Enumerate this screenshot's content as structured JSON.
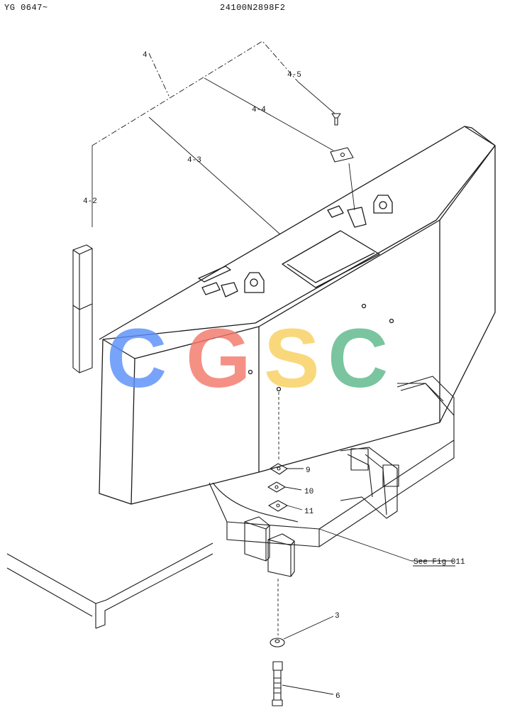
{
  "header": {
    "model_code": "YG 0647~",
    "drawing_number": "24100N2898F2"
  },
  "callouts": {
    "c4": "4",
    "c4_2": "4-2",
    "c4_3": "4-3",
    "c4_4": "4-4",
    "c4_5": "4-5",
    "c9": "9",
    "c10": "10",
    "c11": "11",
    "c3": "3",
    "c6": "6"
  },
  "reference": "See Fig 011",
  "watermark": {
    "letters": [
      "C",
      "G",
      "S",
      "C"
    ],
    "colors": [
      "#5b8ff9",
      "#f3786b",
      "#f8d060",
      "#5db98a"
    ]
  },
  "colors": {
    "line": "#1a1a1a"
  }
}
